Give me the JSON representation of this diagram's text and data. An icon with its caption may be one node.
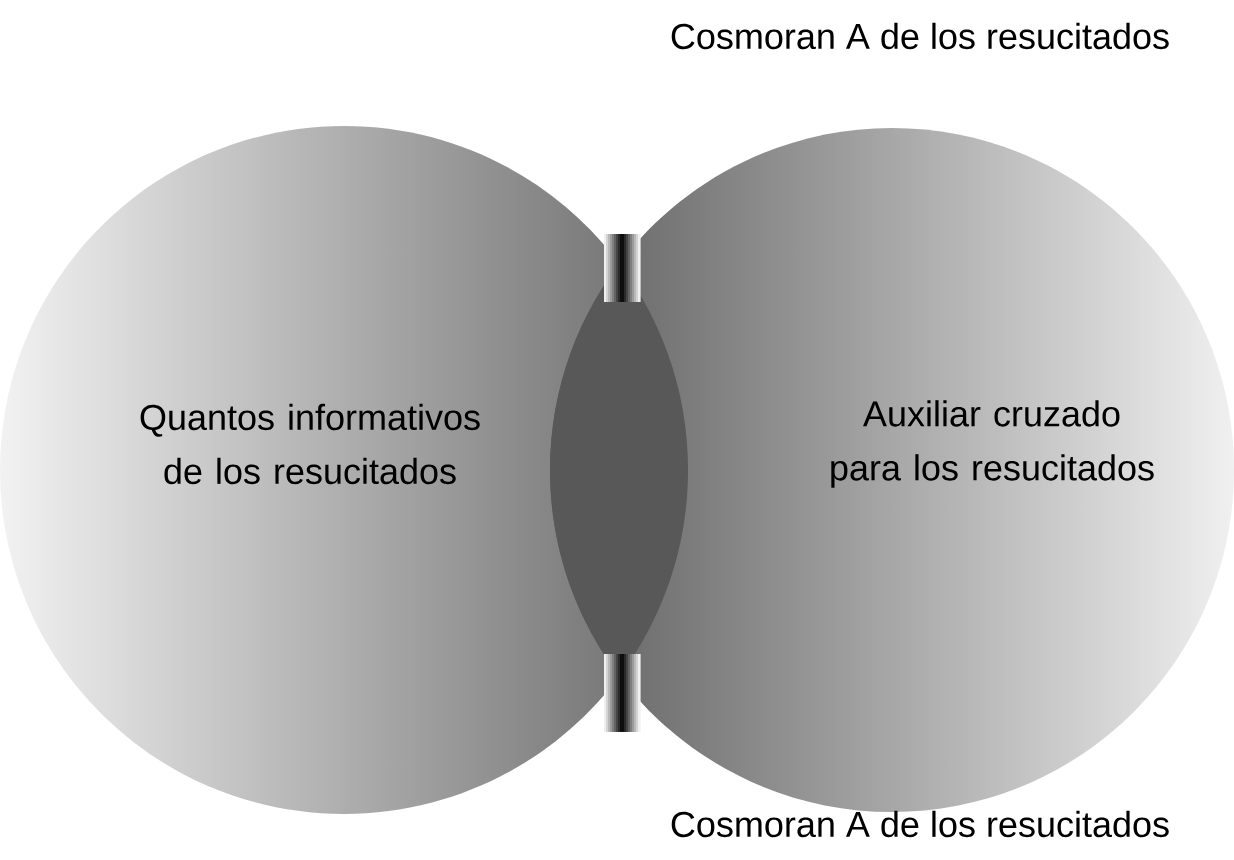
{
  "diagram": {
    "nodes": [
      {
        "text": [
          "Quantos informativos de los resucitados"
        ]
      },
      {
        "text": [
          "Auxiliar cruzado para los resucitados"
        ]
      }
    ],
    "labels": [
      "Cosmoran A de los resucitados",
      "Cosmoran A de los resucitados"
    ]
  }
}
